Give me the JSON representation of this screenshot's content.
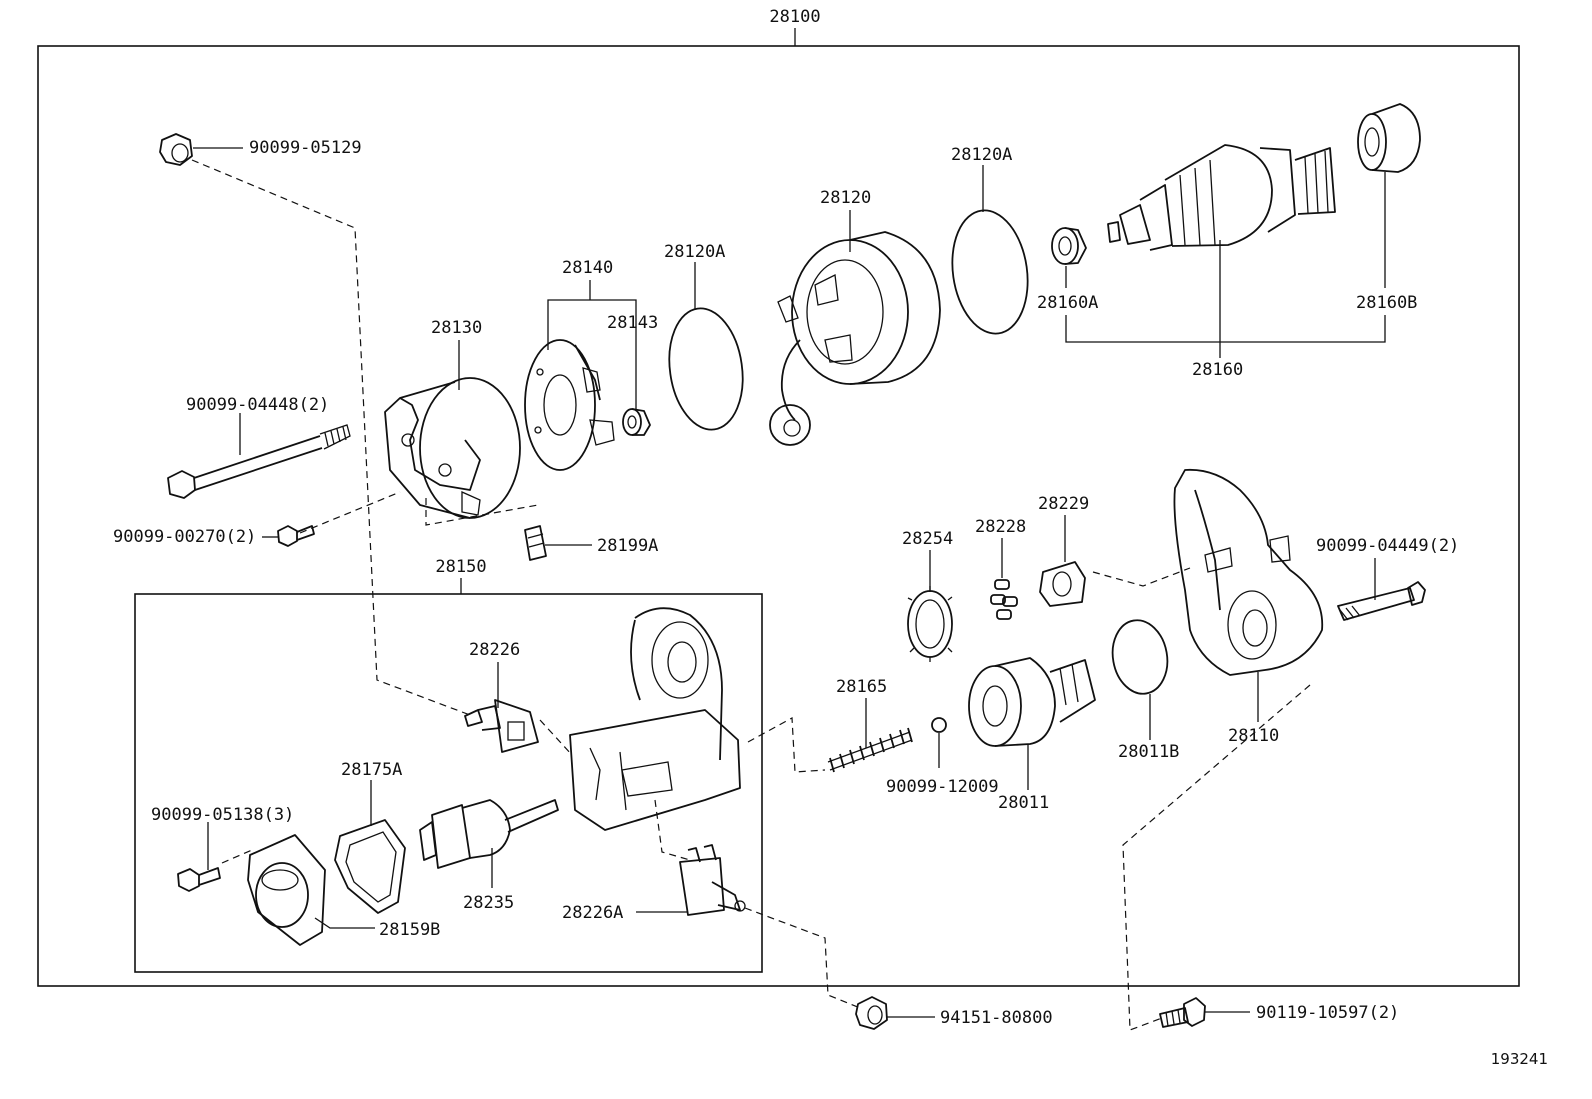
{
  "diagram": {
    "figure_id": "193241",
    "assembly_label": "28100",
    "subassembly_label": "28150",
    "parts": [
      {
        "key": "p_90099_05129",
        "label": "90099-05129",
        "icon": "nut-icon"
      },
      {
        "key": "p_90099_04448",
        "label": "90099-04448(2)",
        "icon": "through-bolt-icon"
      },
      {
        "key": "p_90099_00270",
        "label": "90099-00270(2)",
        "icon": "screw-icon"
      },
      {
        "key": "p_28130",
        "label": "28130",
        "icon": "commutator-end-frame-icon"
      },
      {
        "key": "p_28140",
        "label": "28140",
        "icon": "brush-holder-icon"
      },
      {
        "key": "p_28143",
        "label": "28143",
        "icon": "bearing-icon"
      },
      {
        "key": "p_28120a_1",
        "label": "28120A",
        "icon": "o-ring-icon"
      },
      {
        "key": "p_28120",
        "label": "28120",
        "icon": "yoke-icon"
      },
      {
        "key": "p_28120a_2",
        "label": "28120A",
        "icon": "o-ring-icon"
      },
      {
        "key": "p_28160a",
        "label": "28160A",
        "icon": "bearing-icon"
      },
      {
        "key": "p_28160b",
        "label": "28160B",
        "icon": "bearing-icon"
      },
      {
        "key": "p_28160",
        "label": "28160",
        "icon": "armature-icon"
      },
      {
        "key": "p_28199a",
        "label": "28199A",
        "icon": "grommet-icon"
      },
      {
        "key": "p_28254",
        "label": "28254",
        "icon": "gear-icon"
      },
      {
        "key": "p_28228",
        "label": "28228",
        "icon": "roller-icon"
      },
      {
        "key": "p_28229",
        "label": "28229",
        "icon": "retainer-icon"
      },
      {
        "key": "p_90099_04449",
        "label": "90099-04449(2)",
        "icon": "bolt-icon"
      },
      {
        "key": "p_28226",
        "label": "28226",
        "icon": "terminal-icon"
      },
      {
        "key": "p_28175a",
        "label": "28175A",
        "icon": "gasket-icon"
      },
      {
        "key": "p_90099_05138",
        "label": "90099-05138(3)",
        "icon": "screw-icon"
      },
      {
        "key": "p_28235",
        "label": "28235",
        "icon": "plunger-icon"
      },
      {
        "key": "p_28226a",
        "label": "28226A",
        "icon": "terminal-icon"
      },
      {
        "key": "p_28159b",
        "label": "28159B",
        "icon": "cover-icon"
      },
      {
        "key": "p_28165",
        "label": "28165",
        "icon": "spring-icon"
      },
      {
        "key": "p_90099_12009",
        "label": "90099-12009",
        "icon": "ball-icon"
      },
      {
        "key": "p_28011",
        "label": "28011",
        "icon": "clutch-icon"
      },
      {
        "key": "p_28011b",
        "label": "28011B",
        "icon": "o-ring-icon"
      },
      {
        "key": "p_28110",
        "label": "28110",
        "icon": "drive-housing-icon"
      },
      {
        "key": "p_94151_80800",
        "label": "94151-80800",
        "icon": "nut-icon"
      },
      {
        "key": "p_90119_10597",
        "label": "90119-10597(2)",
        "icon": "bolt-icon"
      }
    ]
  }
}
